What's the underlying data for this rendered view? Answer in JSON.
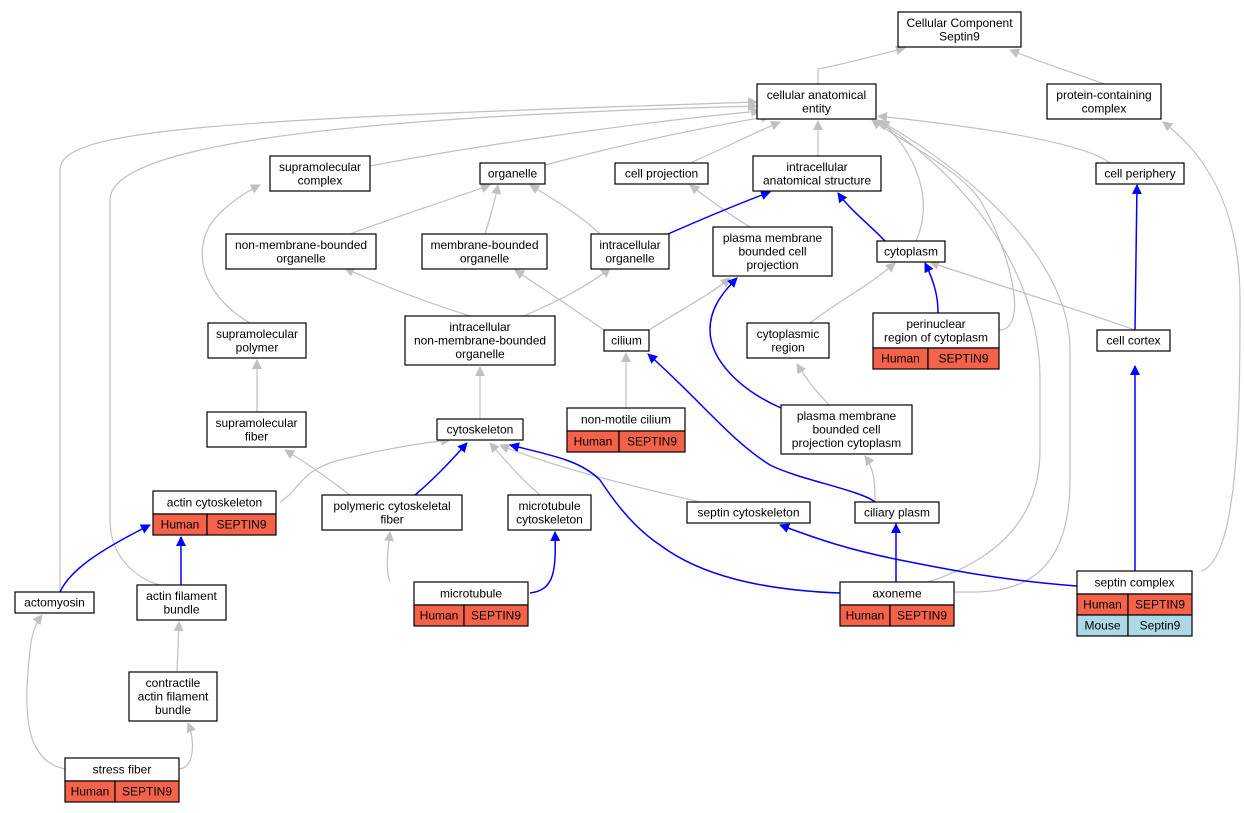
{
  "colors": {
    "edge_grey": "#c0c0c0",
    "edge_blue": "#0000ff",
    "human_fill": "#f4624a",
    "mouse_fill": "#add8e6",
    "node_border": "#000000"
  },
  "nodes": {
    "root": {
      "lines": [
        "Cellular Component",
        "Septin9"
      ]
    },
    "cae": {
      "lines": [
        "cellular anatomical",
        "entity"
      ]
    },
    "pcc": {
      "lines": [
        "protein-containing",
        "complex"
      ]
    },
    "smc": {
      "lines": [
        "supramolecular",
        "complex"
      ]
    },
    "org": {
      "lines": [
        "organelle"
      ]
    },
    "cproj": {
      "lines": [
        "cell projection"
      ]
    },
    "ias": {
      "lines": [
        "intracellular",
        "anatomical structure"
      ]
    },
    "cper": {
      "lines": [
        "cell periphery"
      ]
    },
    "nmbo": {
      "lines": [
        "non-membrane-bounded",
        "organelle"
      ]
    },
    "mbo": {
      "lines": [
        "membrane-bounded",
        "organelle"
      ]
    },
    "io": {
      "lines": [
        "intracellular",
        "organelle"
      ]
    },
    "pmbcp": {
      "lines": [
        "plasma membrane",
        "bounded cell",
        "projection"
      ]
    },
    "cyto": {
      "lines": [
        "cytoplasm"
      ]
    },
    "smp": {
      "lines": [
        "supramolecular",
        "polymer"
      ]
    },
    "inmbo": {
      "lines": [
        "intracellular",
        "non-membrane-bounded",
        "organelle"
      ]
    },
    "cil": {
      "lines": [
        "cilium"
      ]
    },
    "cyreg": {
      "lines": [
        "cytoplasmic",
        "region"
      ]
    },
    "peri": {
      "lines": [
        "perinuclear",
        "region of cytoplasm"
      ]
    },
    "ccortex": {
      "lines": [
        "cell cortex"
      ]
    },
    "smf": {
      "lines": [
        "supramolecular",
        "fiber"
      ]
    },
    "cytosk": {
      "lines": [
        "cytoskeleton"
      ]
    },
    "nmcil": {
      "lines": [
        "non-motile cilium"
      ]
    },
    "pmbcpc": {
      "lines": [
        "plasma membrane",
        "bounded cell",
        "projection cytoplasm"
      ]
    },
    "actsk": {
      "lines": [
        "actin cytoskeleton"
      ]
    },
    "pcf": {
      "lines": [
        "polymeric cytoskeletal",
        "fiber"
      ]
    },
    "mtsk": {
      "lines": [
        "microtubule",
        "cytoskeleton"
      ]
    },
    "septsk": {
      "lines": [
        "septin cytoskeleton"
      ]
    },
    "cilpl": {
      "lines": [
        "ciliary plasm"
      ]
    },
    "actomy": {
      "lines": [
        "actomyosin"
      ]
    },
    "afb": {
      "lines": [
        "actin filament",
        "bundle"
      ]
    },
    "mt": {
      "lines": [
        "microtubule"
      ]
    },
    "axon": {
      "lines": [
        "axoneme"
      ]
    },
    "septc": {
      "lines": [
        "septin complex"
      ]
    },
    "cafb": {
      "lines": [
        "contractile",
        "actin filament",
        "bundle"
      ]
    },
    "sfib": {
      "lines": [
        "stress fiber"
      ]
    }
  },
  "annotations": {
    "peri": [
      [
        "Human",
        "SEPTIN9"
      ]
    ],
    "nmcil": [
      [
        "Human",
        "SEPTIN9"
      ]
    ],
    "actsk": [
      [
        "Human",
        "SEPTIN9"
      ]
    ],
    "mt": [
      [
        "Human",
        "SEPTIN9"
      ]
    ],
    "axon": [
      [
        "Human",
        "SEPTIN9"
      ]
    ],
    "septc": [
      [
        "Human",
        "SEPTIN9"
      ],
      [
        "Mouse",
        "Septin9"
      ]
    ],
    "sfib": [
      [
        "Human",
        "SEPTIN9"
      ]
    ]
  }
}
